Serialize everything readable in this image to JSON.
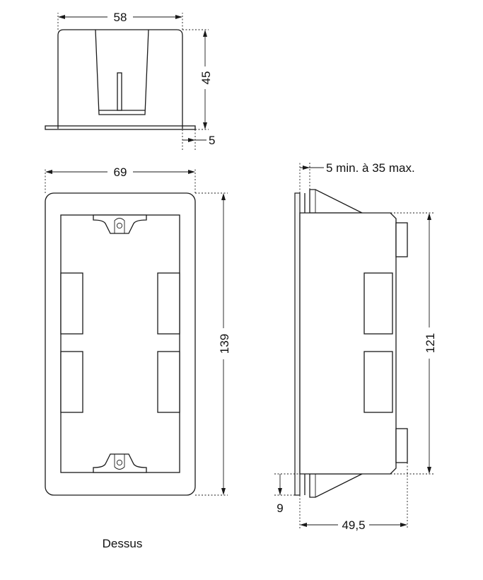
{
  "top_view": {
    "width_label": "58",
    "height_label": "45",
    "flange_label": "5"
  },
  "front_view": {
    "width_label": "69",
    "height_label": "139"
  },
  "side_view": {
    "wall_label": "5 min. à 35 max.",
    "height_label": "121",
    "offset_label": "9",
    "depth_label": "49,5"
  },
  "caption": "Dessus"
}
